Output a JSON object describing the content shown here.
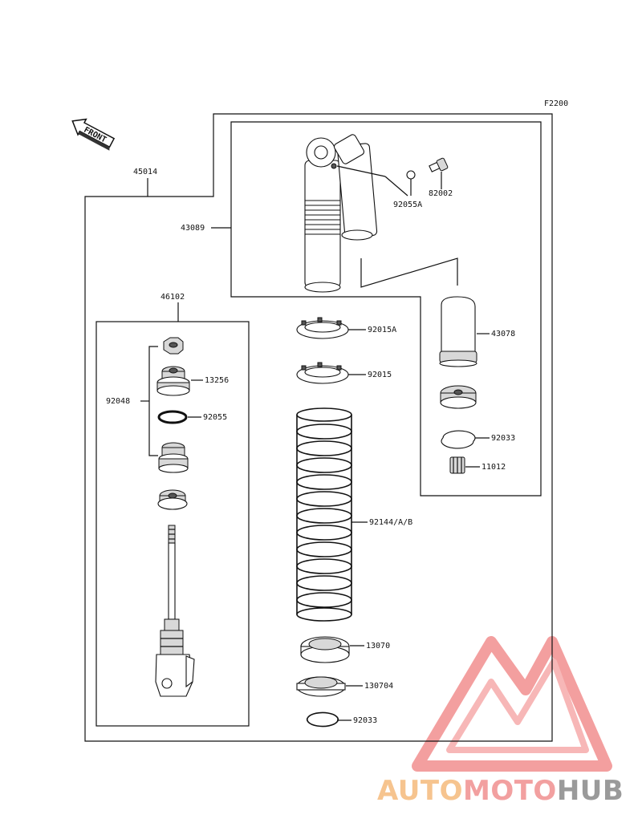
{
  "diagram_code": "F2200",
  "front_label": "FRONT",
  "callouts": {
    "assembly": "45014",
    "reservoir_group": "43089",
    "washer_92055a": "92055A",
    "screw_82002": "82002",
    "damper_group": "46102",
    "nut_92048": "92048",
    "seal_13256": "13256",
    "oring_92055": "92055",
    "nut_92015a": "92015A",
    "nut_92015": "92015",
    "bladder_43078": "43078",
    "circlip_92033_a": "92033",
    "valve_11012": "11012",
    "spring_92144": "92144/A/B",
    "guide_13070": "13070",
    "guide_130704": "130704",
    "circlip_92033_b": "92033"
  },
  "watermark": {
    "part1": "AUTO",
    "part2": "MOTO",
    "part3": "HUB",
    "colors": {
      "auto": "#f6c48f",
      "moto": "#f2a0a0",
      "hub": "#9a9a9a",
      "triangle": "#f08080"
    }
  }
}
